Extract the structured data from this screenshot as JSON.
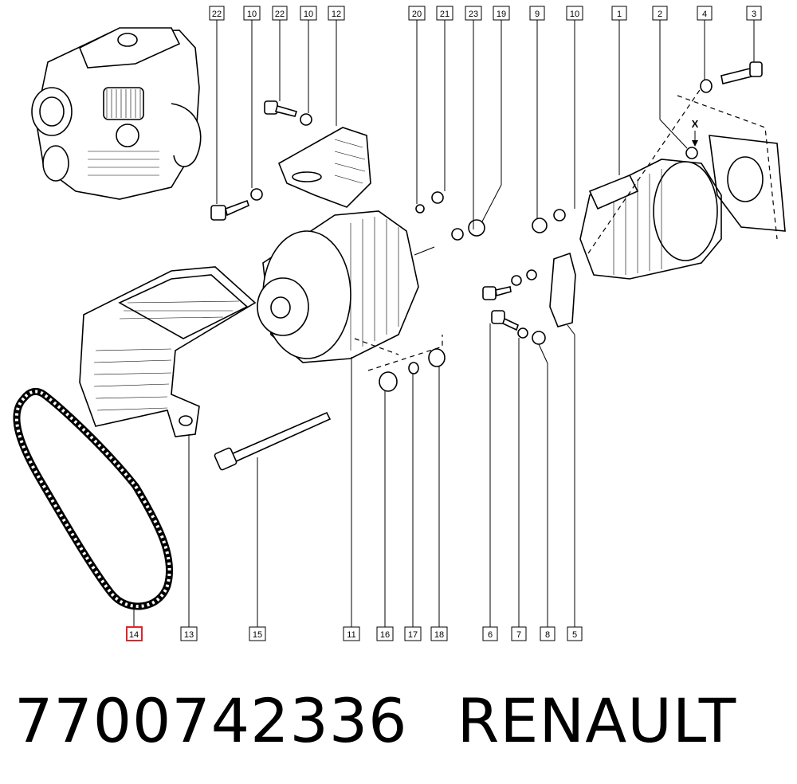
{
  "footer": {
    "part_number": "7700742336",
    "brand": "RENAULT"
  },
  "callouts": {
    "top": [
      {
        "id": "c22a",
        "label": "22"
      },
      {
        "id": "c10a",
        "label": "10"
      },
      {
        "id": "c22b",
        "label": "22"
      },
      {
        "id": "c10b",
        "label": "10"
      },
      {
        "id": "c12",
        "label": "12"
      },
      {
        "id": "c20",
        "label": "20"
      },
      {
        "id": "c21",
        "label": "21"
      },
      {
        "id": "c23",
        "label": "23"
      },
      {
        "id": "c19",
        "label": "19"
      },
      {
        "id": "c9",
        "label": "9"
      },
      {
        "id": "c10c",
        "label": "10"
      },
      {
        "id": "c1",
        "label": "1"
      },
      {
        "id": "c2",
        "label": "2"
      },
      {
        "id": "c4",
        "label": "4"
      },
      {
        "id": "c3",
        "label": "3"
      }
    ],
    "bottom": [
      {
        "id": "c14",
        "label": "14",
        "highlighted": true
      },
      {
        "id": "c13",
        "label": "13"
      },
      {
        "id": "c15",
        "label": "15"
      },
      {
        "id": "c11",
        "label": "11"
      },
      {
        "id": "c16",
        "label": "16"
      },
      {
        "id": "c17",
        "label": "17"
      },
      {
        "id": "c18",
        "label": "18"
      },
      {
        "id": "c6",
        "label": "6"
      },
      {
        "id": "c7",
        "label": "7"
      },
      {
        "id": "c8",
        "label": "8"
      },
      {
        "id": "c5",
        "label": "5"
      }
    ],
    "x_marker": "X"
  },
  "colors": {
    "ink": "#000000",
    "paper": "#ffffff",
    "highlight": "#e0252b"
  }
}
